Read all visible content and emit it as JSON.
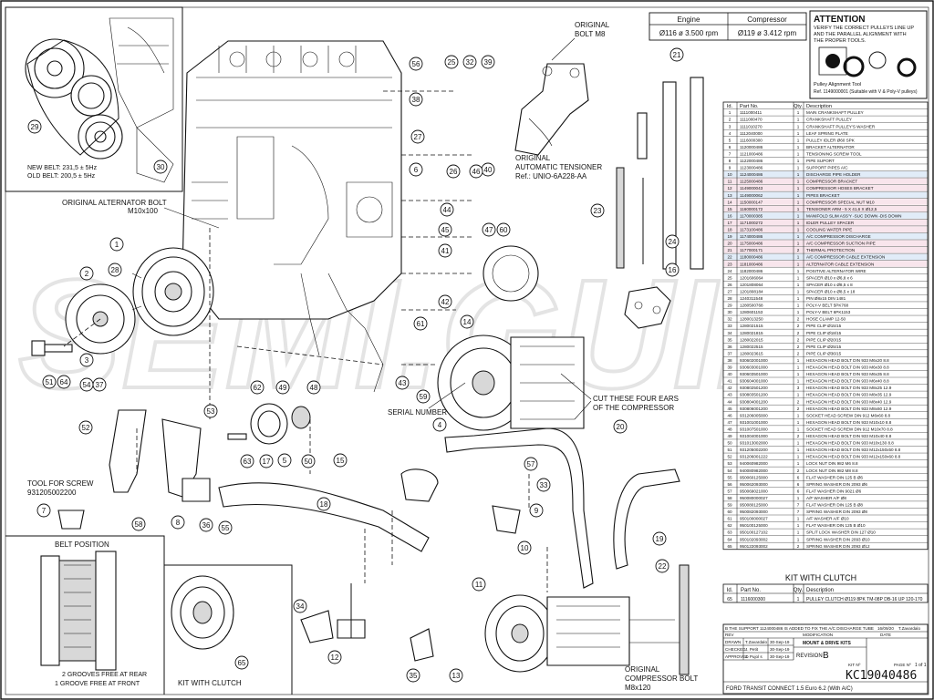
{
  "header": {
    "engine_col": "Engine",
    "compressor_col": "Compressor",
    "engine_val": "Ø116 ø 3.500 rpm",
    "compressor_val": "Ø119 ø 3.412 rpm"
  },
  "attention": {
    "title": "ATTENTION",
    "line1": "VERIFY THE CORRECT PULLEYS LINE UP",
    "line2": "AND THE PARALLEL ALIGNMENT WITH",
    "line3": "THE PROPER TOOLS.",
    "tool_name": "Pulley Alignment Tool",
    "tool_ref": "Ref. 1149000001 (Suitable with V & Poly-V pulleys)"
  },
  "labels": {
    "original_bolt": "ORIGINAL",
    "original_bolt2": "BOLT M8",
    "tensioner1": "ORIGINAL",
    "tensioner2": "AUTOMATIC TENSIONER",
    "tensioner3": "Ref.: UNIO-6A228-AA",
    "alt_bolt1": "ORIGINAL ALTERNATOR BOLT",
    "alt_bolt2": "M10x100",
    "belt_new": "NEW BELT: 231,5 ± 5Hz",
    "belt_old": "OLD BELT: 200,5 ± 5Hz",
    "cut_ears1": "CUT THESE FOUR EARS",
    "cut_ears2": "OF THE COMPRESSOR",
    "serial": "SERIAL NUMBER",
    "tool_screw1": "TOOL FOR SCREW",
    "tool_screw2": "931205002200",
    "belt_position": "BELT POSITION",
    "grooves_rear": "2 GROOVES FREE AT REAR",
    "grooves_front": "1 GROOVE FREE AT FRONT",
    "kit_clutch_bottom": "KIT WITH CLUTCH",
    "comp_bolt1": "ORIGINAL",
    "comp_bolt2": "COMPRESSOR BOLT",
    "comp_bolt3": "M8x120"
  },
  "watermark": "SEMI.GUILL",
  "callouts": [
    "1",
    "2",
    "3",
    "4",
    "5",
    "6",
    "7",
    "8",
    "9",
    "10",
    "11",
    "12",
    "13",
    "14",
    "15",
    "16",
    "17",
    "18",
    "19",
    "20",
    "21",
    "22",
    "23",
    "24",
    "25",
    "26",
    "27",
    "28",
    "29",
    "30",
    "32",
    "33",
    "34",
    "35",
    "36",
    "37",
    "38",
    "39",
    "40",
    "41",
    "42",
    "43",
    "44",
    "45",
    "46",
    "47",
    "48",
    "49",
    "50",
    "51",
    "52",
    "53",
    "54",
    "55",
    "56",
    "57",
    "58",
    "59",
    "60",
    "61",
    "62",
    "63",
    "64",
    "65"
  ],
  "bom": {
    "headers": [
      "Id.",
      "Part No.",
      "Qty.",
      "Description"
    ],
    "rows": [
      [
        "1",
        "1111000411",
        "1",
        "MAIN CRANKSHAFT PULLEY"
      ],
      [
        "2",
        "1111000470",
        "1",
        "CRANKSHAFT PULLEY"
      ],
      [
        "3",
        "1111010270",
        "1",
        "CRANKSHAFT PULLEY'S WASHER"
      ],
      [
        "4",
        "1112040000",
        "1",
        "LEAF SPRING PLATE"
      ],
      [
        "5",
        "1116000300",
        "1",
        "PULLEY IDLER Ø60 SPK"
      ],
      [
        "6",
        "1120000486",
        "1",
        "BRACKET ALTERNATOR"
      ],
      [
        "7",
        "1121000486",
        "1",
        "TENSIONING SCREW TOOL"
      ],
      [
        "8",
        "1122000486",
        "1",
        "PIPE SUPORT"
      ],
      [
        "9",
        "1123000486",
        "1",
        "SUPPORT PIPES A/C"
      ],
      [
        "10",
        "1124000486",
        "1",
        "DISCHARGE PIPE HOLDER"
      ],
      [
        "11",
        "1125000486",
        "1",
        "COMPRESSOR BRACKET"
      ],
      [
        "12",
        "1149000043",
        "1",
        "COMPRESSOR HOSES BRACKET"
      ],
      [
        "13",
        "1149000062",
        "1",
        "PIPES BRACKET"
      ],
      [
        "14",
        "1150000147",
        "1",
        "COMPRESSOR SPECIAL NUT M10"
      ],
      [
        "15",
        "1160000172",
        "1",
        "TENSIONER ARM - 5 X 41,6 X Ø12,5"
      ],
      [
        "16",
        "1170000385",
        "1",
        "MANIFOLD SLIM ASS'Y -SUC DOWN -DIS DOWN"
      ],
      [
        "17",
        "1171000272",
        "1",
        "IDLER PULLEY SPACER"
      ],
      [
        "18",
        "1173100486",
        "1",
        "COOLING WATER PIPE"
      ],
      [
        "19",
        "1174000486",
        "1",
        "A/C COMPRESSOR DISCHARGE"
      ],
      [
        "20",
        "1175000486",
        "1",
        "A/C COMPRESSOR SUCTION PIPE"
      ],
      [
        "21",
        "1177000171",
        "2",
        "THERMAL PROTECTION"
      ],
      [
        "22",
        "1180000486",
        "1",
        "A/C COMPRESSOR CABLE EXTENSION"
      ],
      [
        "23",
        "1181000486",
        "1",
        "ALTERNATOR CABLE EXTENSION"
      ],
      [
        "24",
        "1182000486",
        "1",
        "POSITIVE ALTERNATOR WIRE"
      ],
      [
        "25",
        "1201606064",
        "1",
        "SPACER Ø10 x Ø6,8 x 6"
      ],
      [
        "26",
        "1201808064",
        "1",
        "SPACER Ø10 x Ø8,5 x 8"
      ],
      [
        "27",
        "1201808184",
        "1",
        "SPACER Ø10 x Ø8,5 x 18"
      ],
      [
        "28",
        "1240311548",
        "1",
        "PIN Ø8x15 DIN 1481"
      ],
      [
        "29",
        "1280500768",
        "1",
        "POLY-V BELT 5PK768"
      ],
      [
        "30",
        "1280601153",
        "1",
        "POLY-V BELT 6PK1153"
      ],
      [
        "32",
        "1280013250",
        "2",
        "HOSE CLAMP 12-50"
      ],
      [
        "33",
        "1280021515",
        "2",
        "PIPE CLIP Ø15/15"
      ],
      [
        "34",
        "1280021815",
        "2",
        "PIPE CLIP Ø18/15"
      ],
      [
        "35",
        "1280022015",
        "2",
        "PIPE CLIP Ø20/15"
      ],
      [
        "36",
        "1280022515",
        "2",
        "PIPE CLIP Ø25/15"
      ],
      [
        "37",
        "1280023615",
        "2",
        "PIPE CLIP Ø36/15"
      ],
      [
        "38",
        "930602001000",
        "1",
        "HEXAGON HEAD BOLT DIN 933 M6x20 8.8"
      ],
      [
        "39",
        "930603001000",
        "1",
        "HEXAGON HEAD BOLT DIN 933 M6x30 8.8"
      ],
      [
        "40",
        "930603501000",
        "1",
        "HEXAGON HEAD BOLT DIN 933 M6x35 8.8"
      ],
      [
        "41",
        "930604001000",
        "1",
        "HEXAGON HEAD BOLT DIN 933 M6x40 8.8"
      ],
      [
        "42",
        "930802501200",
        "3",
        "HEXAGON HEAD BOLT DIN 933 M8x25 12.9"
      ],
      [
        "43",
        "930803501200",
        "1",
        "HEXAGON HEAD BOLT DIN 933 M8x35 12.9"
      ],
      [
        "44",
        "930804001200",
        "2",
        "HEXAGON HEAD BOLT DIN 933 M8x40 12.9"
      ],
      [
        "45",
        "930806001200",
        "2",
        "HEXAGON HEAD BOLT DIN 933 M8x60 12.9"
      ],
      [
        "46",
        "931206005000",
        "1",
        "SOCKET HEAD SCREW DIN 912 M6x60 8.8"
      ],
      [
        "47",
        "931001001000",
        "1",
        "HEXAGON HEAD BOLT DIN 933 M10x10 8.8"
      ],
      [
        "48",
        "931007501000",
        "1",
        "SOCKET HEAD SCREW DIN 912 M10x70 8.8"
      ],
      [
        "49",
        "931004001000",
        "2",
        "HEXAGON HEAD BOLT DIN 933 M10x40 8.8"
      ],
      [
        "50",
        "931013002000",
        "1",
        "HEXAGON HEAD BOLT DIN 933 M10x130 8.8"
      ],
      [
        "51",
        "931205002200",
        "1",
        "HEXAGON HEAD BOLT DIN 933 M12x150x50 8.8"
      ],
      [
        "52",
        "931206001222",
        "1",
        "HEXAGON HEAD BOLT DIN 933 M12x150x60 8.8"
      ],
      [
        "53",
        "940060982000",
        "1",
        "LOCK NUT DIN 982 M6 8.8"
      ],
      [
        "54",
        "940080982000",
        "2",
        "LOCK NUT DIN 982 M8 8.8"
      ],
      [
        "55",
        "950060125000",
        "6",
        "FLAT WASHER DIN 125 B Ø6"
      ],
      [
        "56",
        "950062093000",
        "6",
        "SPRING WASHER DIN 2093 Ø6"
      ],
      [
        "57",
        "950069021000",
        "6",
        "FLAT WASHER DIN 9021 Ø6"
      ],
      [
        "58",
        "950080000027",
        "1",
        "A/F WASHER A/F Ø8"
      ],
      [
        "59",
        "950080125000",
        "7",
        "FLAT WASHER DIN 125 B Ø8"
      ],
      [
        "60",
        "950082093000",
        "7",
        "SPRING WASHER DIN 2093 Ø8"
      ],
      [
        "61",
        "950100000027",
        "1",
        "A/F WASHER A/F Ø10"
      ],
      [
        "62",
        "950100125000",
        "1",
        "FLAT WASHER DIN 125 B Ø10"
      ],
      [
        "63",
        "950100127102",
        "1",
        "SPLIT LOCK WASHER DIN 127 Ø10"
      ],
      [
        "64",
        "950102093002",
        "1",
        "SPRING WASHER DIN 2093 Ø10"
      ],
      [
        "65",
        "950122093002",
        "2",
        "SPRING WASHER DIN 2093 Ø12"
      ]
    ]
  },
  "kit": {
    "title": "KIT WITH CLUTCH",
    "headers": [
      "Id.",
      "Part No.",
      "Qty.",
      "Description"
    ],
    "row": [
      "65",
      "1116000300",
      "1",
      "PULLEY CLUTCH Ø119 8PK TM-08P DB-16 UP 120-170"
    ]
  },
  "revision": {
    "note": "B  THE SUPPORT 1124000486 IS ADDED TO FIX THE A/C DISCHARGE TUBE",
    "note_date": "16/09/20",
    "note_by": "T.Zavardalo",
    "rev_col": "REV",
    "mod_col": "MODIFICATION",
    "date_col": "DATE",
    "drawn_lbl": "DRAWN",
    "checked_lbl": "CHECKED",
    "approved_lbl": "APPROVED",
    "drawn_by": "T.Zavardalo",
    "checked_by": "J. Petit",
    "approved_by": "J. Pujol s",
    "drawn_date": "30-Sep-19",
    "checked_date": "30-Sep-19",
    "approved_date": "30-Sep-19",
    "section": "MOUNT & DRIVE KITS",
    "revision_lbl": "REVISION",
    "revision_val": "B",
    "kit_no_lbl": "KIT Nº",
    "kit_no": "KC19040486",
    "page_lbl": "PAGE Nº",
    "page_val": "1 of 1",
    "application": "FORD TRANSIT CONNECT 1.5 Euro 6.2 (With A/C)"
  }
}
